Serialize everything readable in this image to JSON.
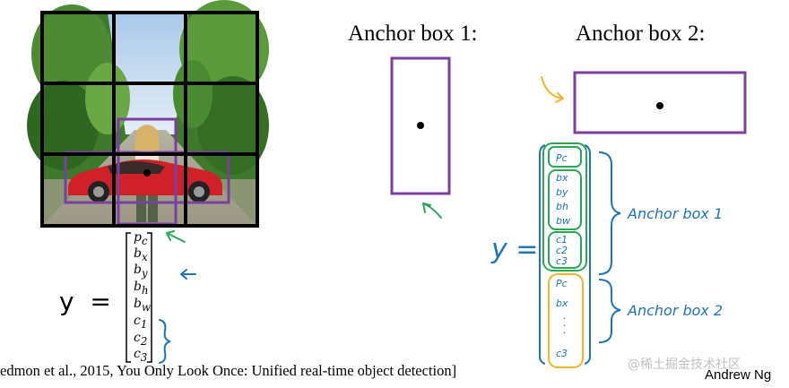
{
  "anchor_box_1": {
    "title": "Anchor box 1:"
  },
  "anchor_box_2": {
    "title": "Anchor box 2:"
  },
  "equation": {
    "lhs": "y  ="
  },
  "vector": {
    "items": [
      {
        "base": "p",
        "sub": "c"
      },
      {
        "base": "b",
        "sub": "x"
      },
      {
        "base": "b",
        "sub": "y"
      },
      {
        "base": "b",
        "sub": "h"
      },
      {
        "base": "b",
        "sub": "w"
      },
      {
        "base": "c",
        "sub": "1"
      },
      {
        "base": "c",
        "sub": "2"
      },
      {
        "base": "c",
        "sub": "3"
      }
    ]
  },
  "handwritten": {
    "y_label": "y =",
    "group1_items": [
      "pc",
      "bx",
      "by",
      "bh",
      "bw",
      "c1",
      "c2",
      "c3"
    ],
    "group2_items": [
      "Pc",
      "bx",
      "c3"
    ],
    "anchor1_label": "Anchor box 1",
    "anchor2_label": "Anchor box 2"
  },
  "citation": "edmon et al., 2015, You Only Look Once: Unified real-time object detection]",
  "author": "Andrew Ng",
  "watermark": "@稀土掘金技术社区",
  "colors": {
    "purple_box": "#7b3fa0",
    "green_ink": "#2aa655",
    "blue_ink": "#1f74b8",
    "orange_ink": "#f0b429",
    "grid": "#000000",
    "sky": "#bcd6ee",
    "trees": "#3f7a2c",
    "road": "#9a9482",
    "car": "#d0202a"
  }
}
